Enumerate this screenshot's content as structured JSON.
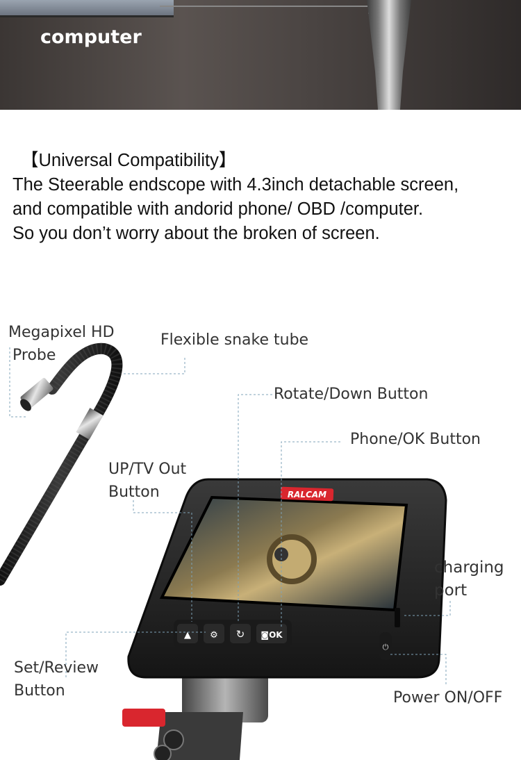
{
  "banner": {
    "label": "computer"
  },
  "compat": {
    "heading": "【Universal Compatibility】",
    "lines": [
      "The Steerable endscope with 4.3inch detachable screen,",
      "and compatible with andorid phone/ OBD /computer.",
      "So you don’t worry about the broken of screen."
    ]
  },
  "device": {
    "brand": "RALCAM"
  },
  "callouts": {
    "probe_line1": "Megapixel HD",
    "probe_line2": "Probe",
    "tube": "Flexible snake tube",
    "rotate": "Rotate/Down Button",
    "phone_ok": "Phone/OK Button",
    "up_tv_line1": "UP/TV Out",
    "up_tv_line2": "Button",
    "charging_line1": "charging",
    "charging_line2": "port",
    "set_review_line1": "Set/Review",
    "set_review_line2": "Button",
    "power": "Power ON/OFF"
  },
  "colors": {
    "brand_red": "#d9262e",
    "callout_line": "#7fa3b8",
    "text": "#111111"
  }
}
